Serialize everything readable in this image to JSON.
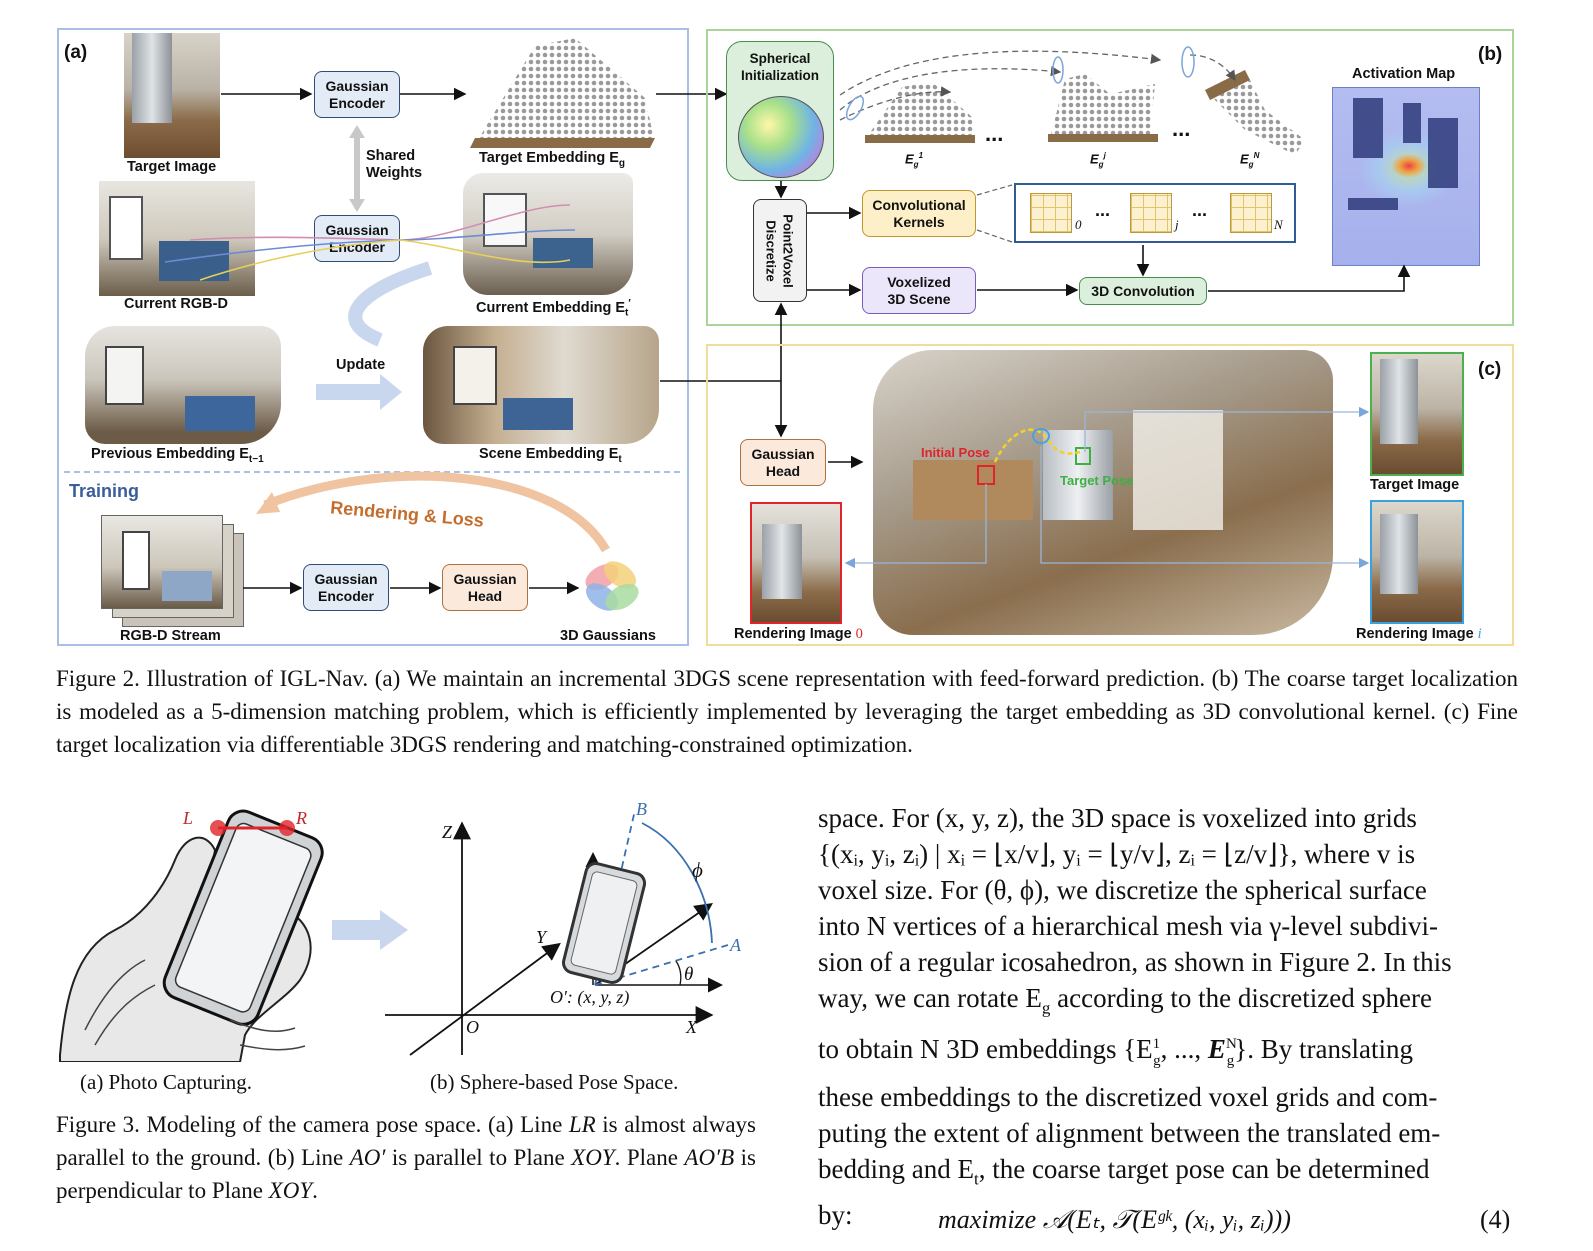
{
  "figure2": {
    "panel_a_label": "(a)",
    "panel_b_label": "(b)",
    "panel_c_label": "(c)",
    "gaussian_encoder": "Gaussian\nEncoder",
    "gaussian_head": "Gaussian\nHead",
    "shared_weights": "Shared\nWeights",
    "update": "Update",
    "training": "Training",
    "rendering_loss": "Rendering & Loss",
    "target_image": "Target Image",
    "current_rgbd": "Current RGB-D",
    "previous_embedding": "Previous Embedding E",
    "previous_embedding_sub": "t−1",
    "target_embedding": "Target Embedding E",
    "target_embedding_sub": "g",
    "current_embedding": "Current Embedding E",
    "current_embedding_sub": "t",
    "current_embedding_sup": "′",
    "scene_embedding": "Scene Embedding E",
    "scene_embedding_sub": "t",
    "rgbd_stream": "RGB-D Stream",
    "gaussians_3d": "3D Gaussians",
    "spherical_init": "Spherical\nInitialization",
    "activation_map": "Activation Map",
    "point2voxel": "Point2Voxel\nDiscretize",
    "conv_kernels": "Convolutional\nKernels",
    "voxelized_scene": "Voxelized\n3D Scene",
    "conv3d": "3D Convolution",
    "ellipsis": "...",
    "kernel_indices": [
      "0",
      "j",
      "N"
    ],
    "eg_labels": [
      "1",
      "j",
      "N"
    ],
    "initial_pose": "Initial Pose",
    "target_pose": "Target Pose",
    "rendering_image_0": "Rendering Image",
    "rendering_image_0_idx": "0",
    "rendering_image_i": "Rendering Image",
    "rendering_image_i_idx": "i",
    "target_image_c": "Target Image",
    "caption": "Figure 2. Illustration of IGL-Nav. (a) We maintain an incremental 3DGS scene representation with feed-forward prediction. (b) The coarse target localization is modeled as a 5-dimension matching problem, which is efficiently implemented by leveraging the target embedding as 3D convolutional kernel. (c) Fine target localization via differentiable 3DGS rendering and matching-constrained optimization."
  },
  "figure3": {
    "label_L": "L",
    "label_R": "R",
    "axis_Z": "Z",
    "axis_Y": "Y",
    "axis_X": "X",
    "origin": "O",
    "point_B": "B",
    "point_A": "A",
    "phi": "ϕ",
    "theta": "θ",
    "o_prime": "O′: (x, y, z)",
    "subcap_a": "(a) Photo Capturing.",
    "subcap_b": "(b) Sphere-based Pose Space.",
    "caption_1": "Figure 3.  Modeling of the camera pose space.  (a) Line ",
    "caption_2": "LR",
    "caption_3": " is almost always parallel to the ground.  (b) Line ",
    "caption_4": "AO′",
    "caption_5": " is parallel to Plane ",
    "caption_6": "XOY",
    "caption_7": ". Plane ",
    "caption_8": "AO′B",
    "caption_9": " is perpendicular to Plane ",
    "caption_10": "XOY",
    "caption_11": "."
  },
  "body_text": {
    "p1": "space.  For (x, y, z), the 3D space is voxelized into grids {(x",
    "p_full_1": "space.  For (x, y, z), the 3D space is voxelized into grids",
    "p_full_2": "{(xᵢ, yᵢ, zᵢ) | xᵢ = ⌊x/v⌋, yᵢ = ⌊y/v⌋, zᵢ = ⌊z/v⌋}, where v is",
    "p_full_3": "voxel size.  For (θ, ϕ), we discretize the spherical surface",
    "p_full_4": "into N vertices of a hierarchical mesh via γ-level subdivi-",
    "p_full_5": "sion of a regular icosahedron, as shown in Figure 2. In this",
    "p_full_6": "way, we can rotate E",
    "p_full_6b": "g",
    "p_full_6c": " according to the discretized sphere",
    "p_full_7": "to obtain N 3D embeddings {E",
    "p_full_7b": ". By translating",
    "p_full_8": "these embeddings to the discretized voxel grids and com-",
    "p_full_9": "puting the extent of alignment between the translated em-",
    "p_full_10": "bedding and E",
    "p_full_10b": "t",
    "p_full_10c": ", the coarse target pose can be determined",
    "p_full_11": "by:",
    "equation": "maximize  𝒜(Eₜ, 𝒯(Eᵍᵏ, (xᵢ, yᵢ, zᵢ)))",
    "eq_number": "(4)",
    "figure_ref": "2"
  }
}
